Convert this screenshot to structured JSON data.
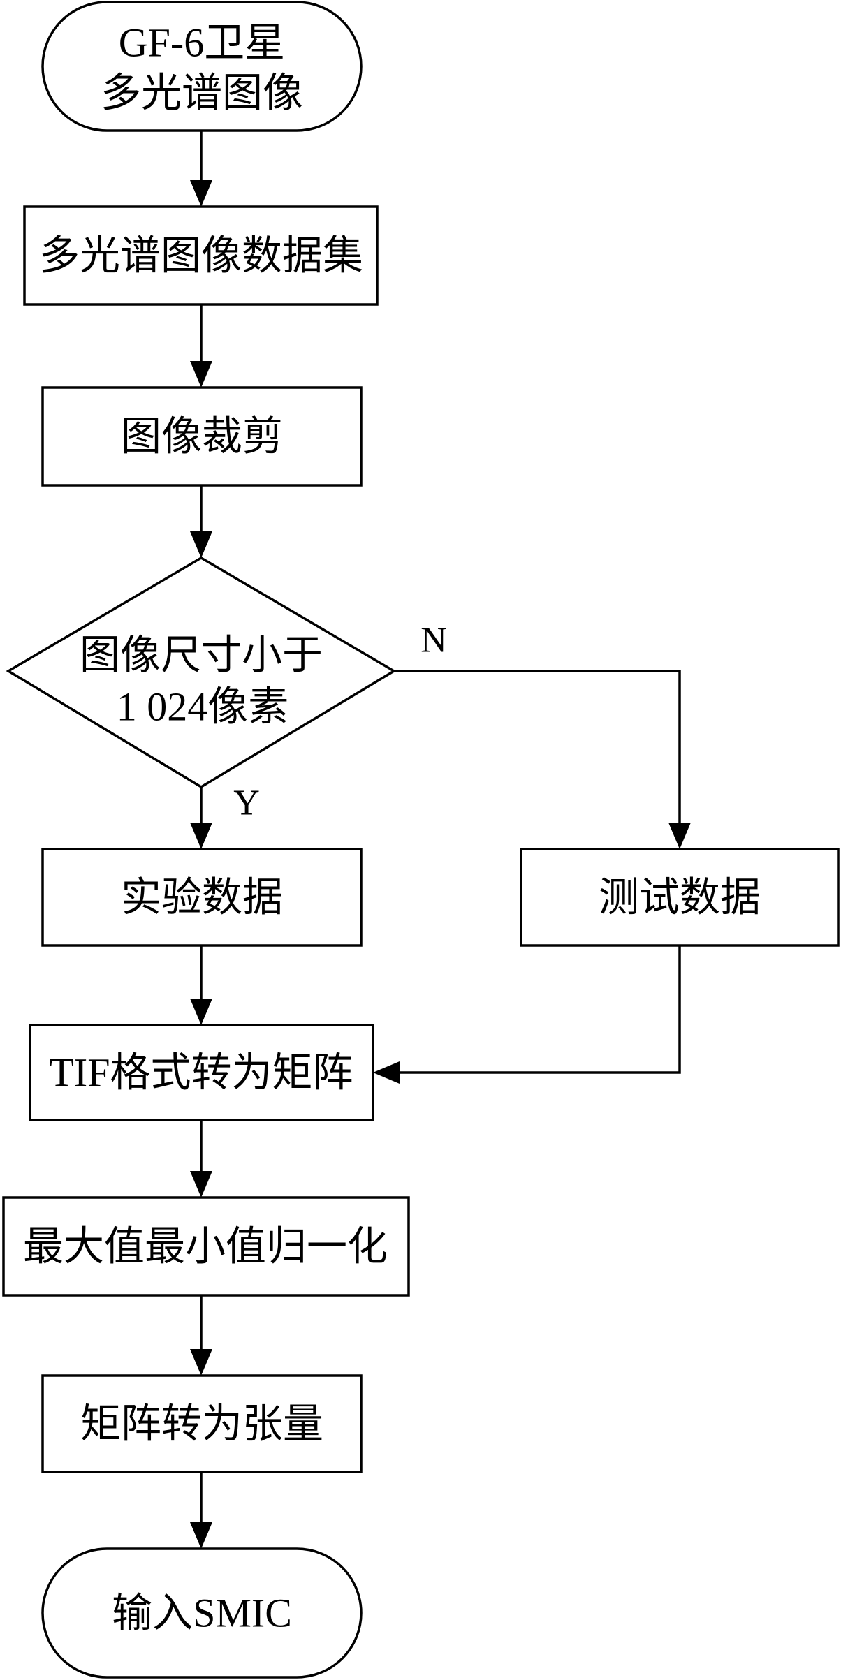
{
  "nodes": {
    "start": {
      "lines": [
        "GF-6卫星",
        "多光谱图像"
      ]
    },
    "dataset": {
      "label": "多光谱图像数据集"
    },
    "crop": {
      "label": "图像裁剪"
    },
    "decision": {
      "lines": [
        "图像尺寸小于",
        "1 024像素"
      ]
    },
    "experiment": {
      "label": "实验数据"
    },
    "test": {
      "label": "测试数据"
    },
    "tif": {
      "label": "TIF格式转为矩阵"
    },
    "normalize": {
      "label": "最大值最小值归一化"
    },
    "tensor": {
      "label": "矩阵转为张量"
    },
    "end": {
      "label": "输入SMIC"
    }
  },
  "edges": {
    "yes_label": "Y",
    "no_label": "N"
  },
  "colors": {
    "line": "#000000",
    "background": "#ffffff"
  }
}
